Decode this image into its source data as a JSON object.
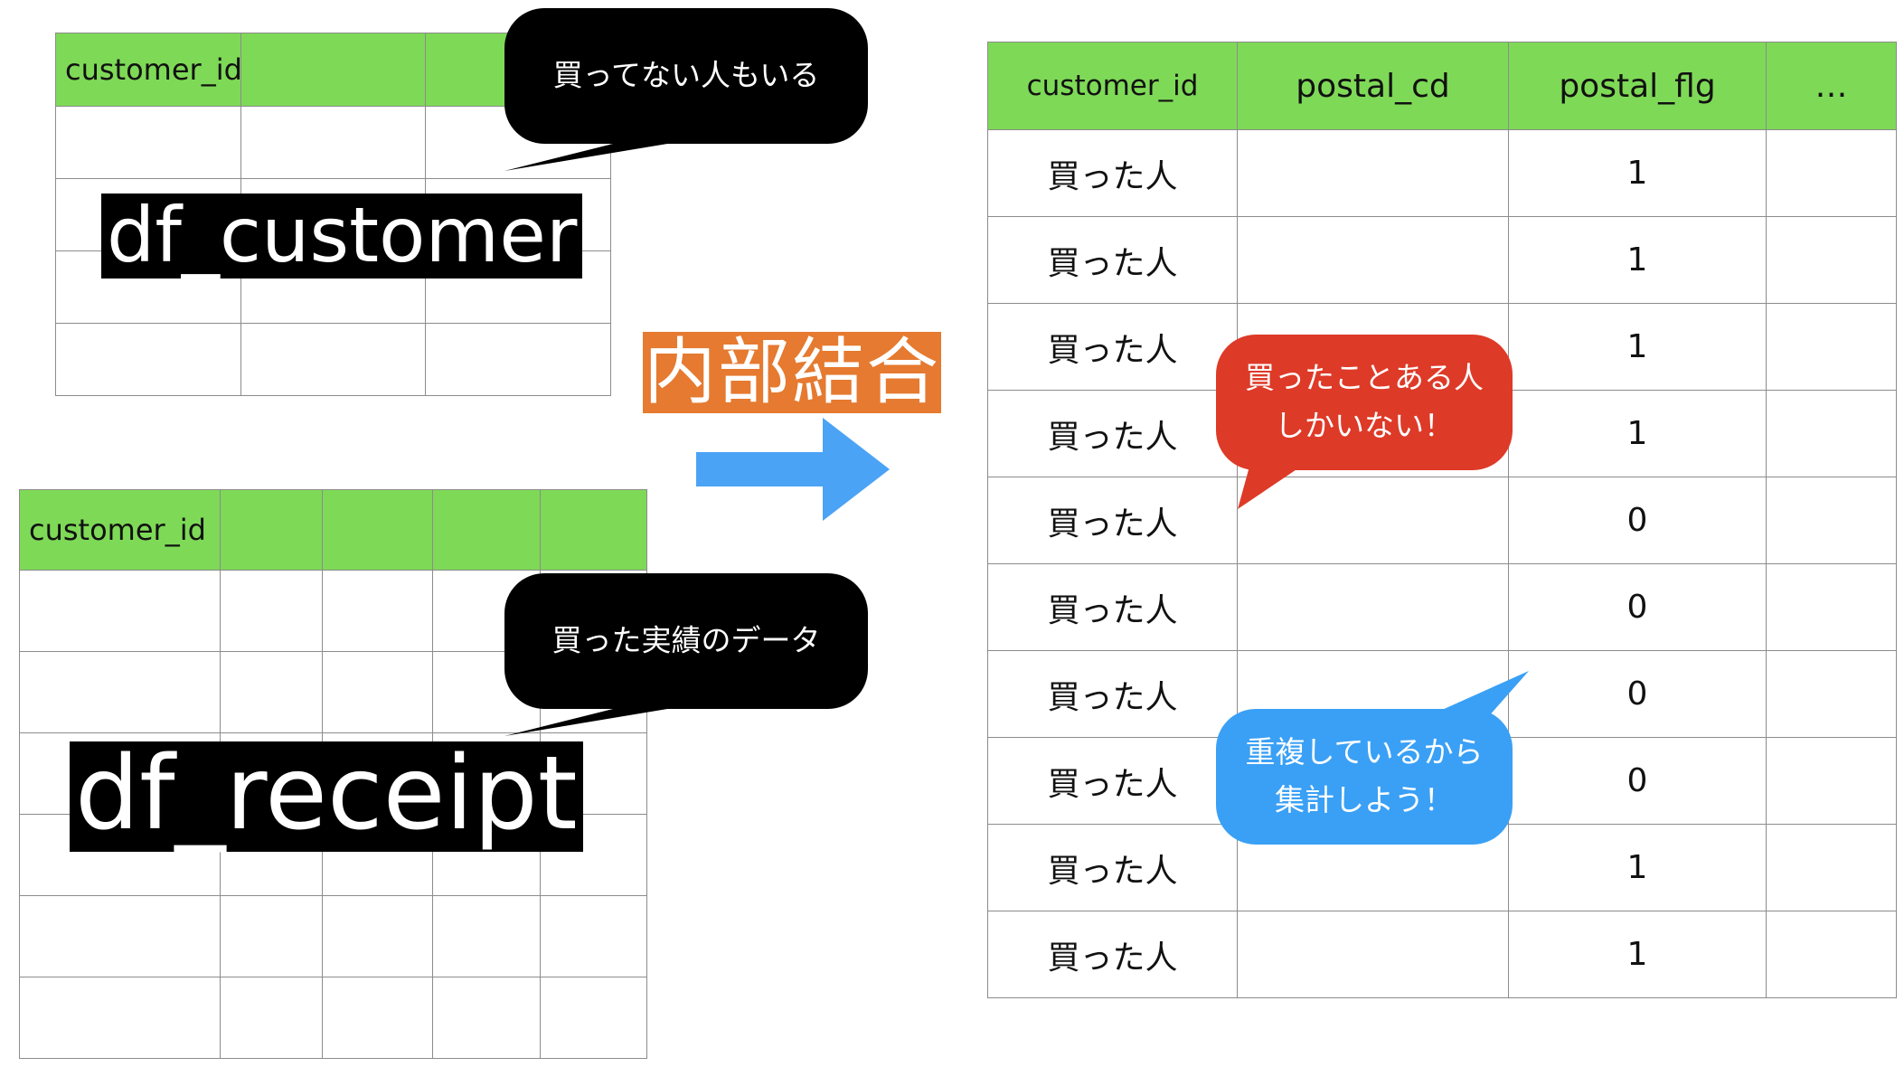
{
  "colors": {
    "header_green": "#7ed957",
    "join_orange": "#e57a30",
    "arrow_blue": "#4aa3f5",
    "bubble_black": "#000000",
    "bubble_red": "#de3a28",
    "bubble_blue": "#3aa0f5"
  },
  "customer_table": {
    "header": [
      "customer_id",
      "",
      ""
    ],
    "body_rows": 4,
    "name": "df_customer",
    "bubble": "買ってない人もいる"
  },
  "receipt_table": {
    "header": [
      "customer_id",
      "",
      "",
      "",
      ""
    ],
    "body_rows": 6,
    "name": "df_receipt",
    "bubble": "買った実績のデータ"
  },
  "join": {
    "label": "内部結合",
    "arrow_icon": "right-arrow-icon"
  },
  "result_table": {
    "columns": [
      "customer_id",
      "postal_cd",
      "postal_flg",
      "…"
    ],
    "rows": [
      {
        "customer_id": "買った人",
        "postal_cd": "",
        "postal_flg": "1",
        "more": ""
      },
      {
        "customer_id": "買った人",
        "postal_cd": "",
        "postal_flg": "1",
        "more": ""
      },
      {
        "customer_id": "買った人",
        "postal_cd": "",
        "postal_flg": "1",
        "more": ""
      },
      {
        "customer_id": "買った人",
        "postal_cd": "",
        "postal_flg": "1",
        "more": ""
      },
      {
        "customer_id": "買った人",
        "postal_cd": "",
        "postal_flg": "0",
        "more": ""
      },
      {
        "customer_id": "買った人",
        "postal_cd": "",
        "postal_flg": "0",
        "more": ""
      },
      {
        "customer_id": "買った人",
        "postal_cd": "",
        "postal_flg": "0",
        "more": ""
      },
      {
        "customer_id": "買った人",
        "postal_cd": "",
        "postal_flg": "0",
        "more": ""
      },
      {
        "customer_id": "買った人",
        "postal_cd": "",
        "postal_flg": "1",
        "more": ""
      },
      {
        "customer_id": "買った人",
        "postal_cd": "",
        "postal_flg": "1",
        "more": ""
      }
    ]
  },
  "bubbles": {
    "only_bought": [
      "買ったことある人",
      "しかいない！"
    ],
    "duplicates": [
      "重複しているから",
      "集計しよう！"
    ]
  }
}
